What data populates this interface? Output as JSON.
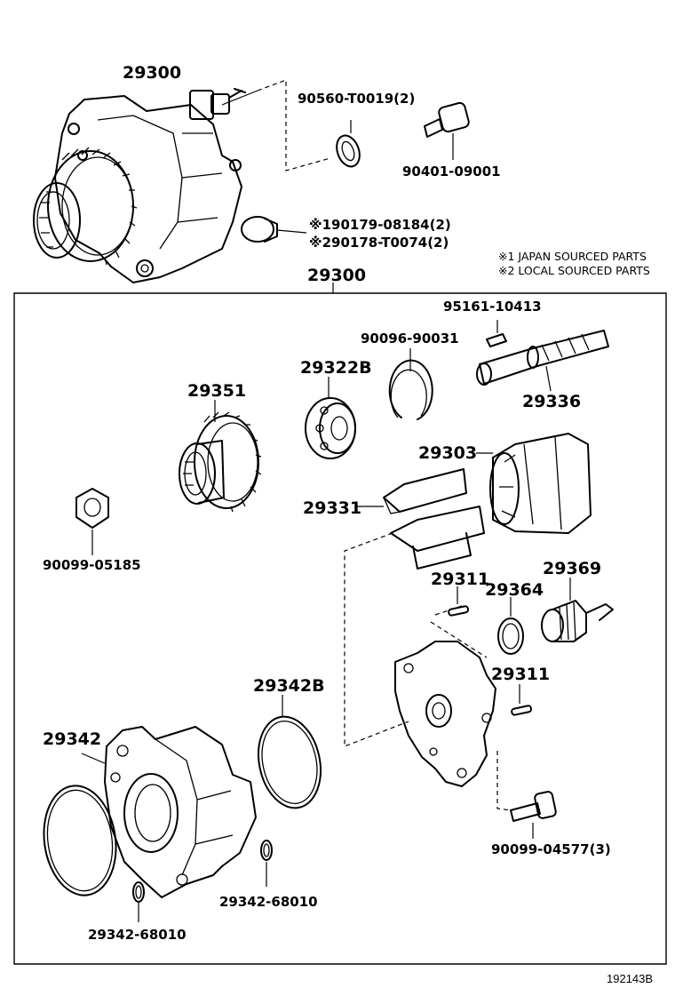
{
  "labels": {
    "assy_top": "29300",
    "assy_box": "29300",
    "p90560": "90560-T0019(2)",
    "p90401": "90401-09001",
    "p90179": "※190179-08184(2)",
    "p90178": "※290178-T0074(2)",
    "p95161": "95161-10413",
    "p90096": "90096-90031",
    "p29322b": "29322B",
    "p29336": "29336",
    "p29351": "29351",
    "p29303": "29303",
    "p29331": "29331",
    "p90099a": "90099-05185",
    "p29311a": "29311",
    "p29364": "29364",
    "p29369": "29369",
    "p29311b": "29311",
    "p29342b": "29342B",
    "p29342": "29342",
    "p29342_68010a": "29342-68010",
    "p29342_68010b": "29342-68010",
    "p90099b": "90099-04577(3)"
  },
  "notes": {
    "note1": "※1 JAPAN SOURCED PARTS",
    "note2": "※2 LOCAL SOURCED PARTS"
  },
  "diagram_ref": "192143B"
}
